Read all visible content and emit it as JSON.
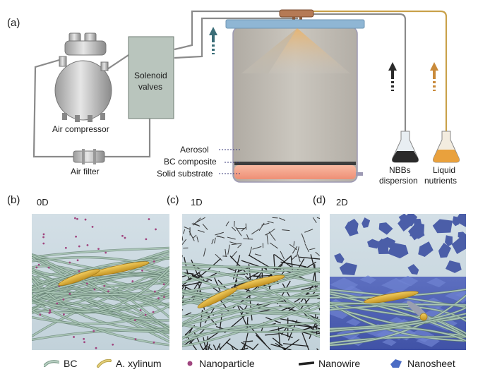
{
  "panel_labels": {
    "a": "(a)",
    "b": "(b)",
    "c": "(c)",
    "d": "(d)"
  },
  "labels": {
    "air_compressor": "Air compressor",
    "air_filter": "Air filter",
    "solenoid_line1": "Solenoid",
    "solenoid_line2": "valves",
    "aerosol": "Aerosol",
    "bc_composite": "BC composite",
    "solid_substrate": "Solid substrate",
    "nbbs_line1": "NBBs",
    "nbbs_line2": "dispersion",
    "liquid_line1": "Liquid",
    "liquid_line2": "nutrients"
  },
  "dims": {
    "b": "0D",
    "c": "1D",
    "d": "2D"
  },
  "legend": {
    "bc": "BC",
    "xylinum": "A. xylinum",
    "nanoparticle": "Nanoparticle",
    "nanowire": "Nanowire",
    "nanosheet": "Nanosheet"
  },
  "colors": {
    "tube": "#7a7a7a",
    "tube_gold": "#c9a14a",
    "arrow_teal": "#3b6e78",
    "arrow_gold": "#c98a3a",
    "arrow_dark": "#2a2a2a",
    "valve_box": "#b7c3bb",
    "chamber_top": "#8fb6d4",
    "substrate": "#f2a38a",
    "fiber": "#a9c5b5",
    "bacteria": "#d9ad3a",
    "nanoparticle": "#a0457f",
    "nanosheet": "#4b5ea8",
    "panel_bg": "#c9d7df"
  }
}
